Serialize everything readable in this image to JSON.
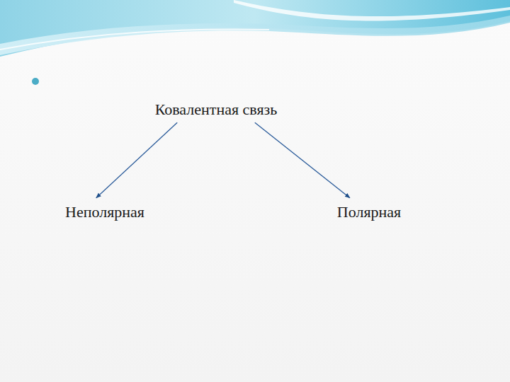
{
  "diagram": {
    "nodes": [
      {
        "text": [
          "Ковалентная связь"
        ]
      },
      {
        "text": [
          "Неполярная"
        ]
      },
      {
        "text": [
          "Полярная"
        ]
      }
    ],
    "edges": [
      {
        "from": 0,
        "to": 1,
        "arrow": "to"
      },
      {
        "from": 0,
        "to": 2,
        "arrow": "to"
      }
    ]
  }
}
